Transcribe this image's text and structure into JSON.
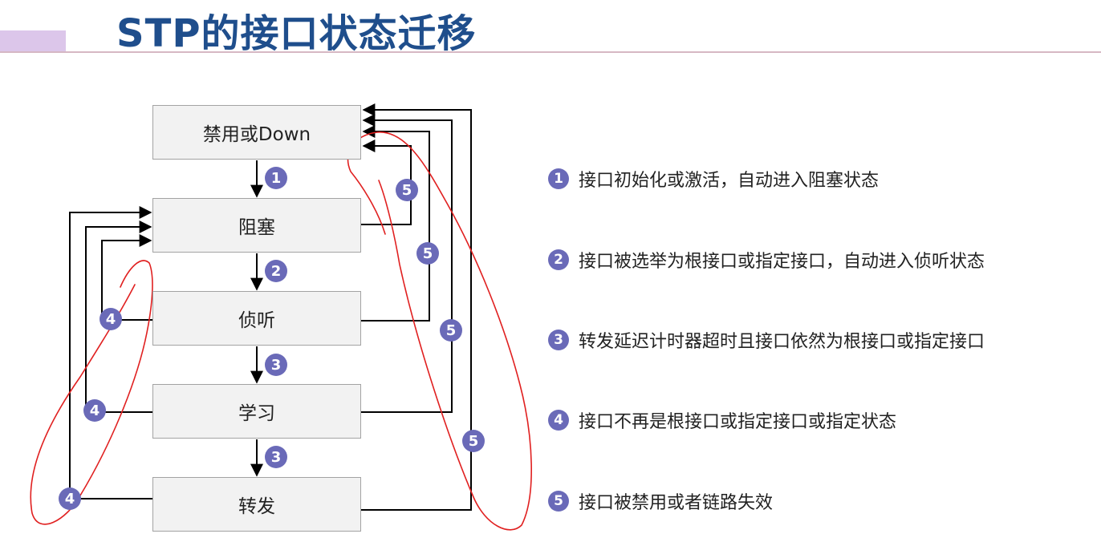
{
  "title": "STP的接口状态迁移",
  "states": [
    {
      "id": "disabled",
      "label": "禁用或Down"
    },
    {
      "id": "blocking",
      "label": "阻塞"
    },
    {
      "id": "listening",
      "label": "侦听"
    },
    {
      "id": "learning",
      "label": "学习"
    },
    {
      "id": "forwarding",
      "label": "转发"
    }
  ],
  "transition_badges": {
    "t1": "1",
    "t2": "2",
    "t3": "3",
    "t4": "4",
    "t5": "5"
  },
  "legend": [
    {
      "num": "1",
      "text": "接口初始化或激活，自动进入阻塞状态"
    },
    {
      "num": "2",
      "text": "接口被选举为根接口或指定接口，自动进入侦听状态"
    },
    {
      "num": "3",
      "text": "转发延迟计时器超时且接口依然为根接口或指定接口"
    },
    {
      "num": "4",
      "text": "接口不再是根接口或指定接口或指定状态"
    },
    {
      "num": "5",
      "text": "接口被禁用或者链路失效"
    }
  ],
  "colors": {
    "title": "#1f4e8c",
    "badge": "#6a6ab8",
    "annotation": "#e02020",
    "box_fill": "#f2f2f2"
  }
}
